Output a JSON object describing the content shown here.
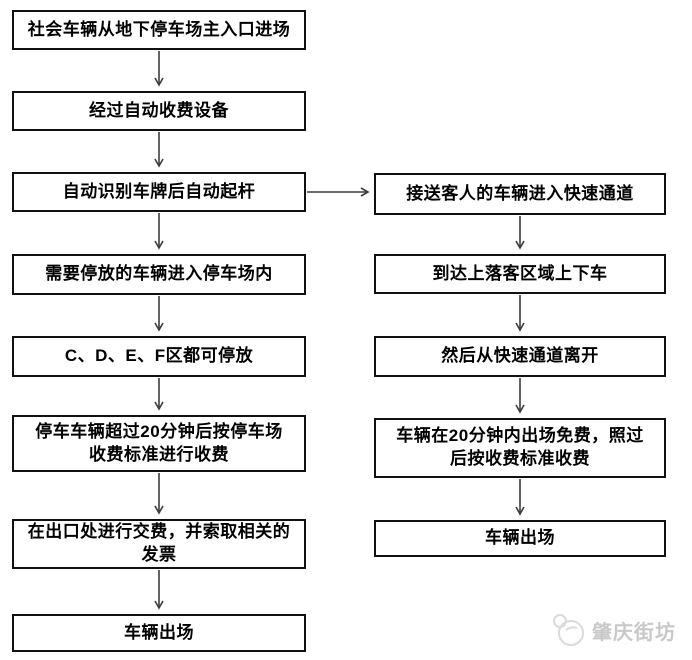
{
  "flow": {
    "left_steps": [
      "社会车辆从地下停车场主入口进场",
      "经过自动收费设备",
      "自动识别车牌后自动起杆",
      "需要停放的车辆进入停车场内",
      "C、D、E、F区都可停放",
      "停车车辆超过20分钟后按停车场\n收费标准进行收费",
      "在出口处进行交费，并索取相关的\n发票",
      "车辆出场"
    ],
    "right_steps": [
      "接送客人的车辆进入快速通道",
      "到达上落客区域上下车",
      "然后从快速通道离开",
      "车辆在20分钟内出场免费，照过\n后按收费标准收费",
      "车辆出场"
    ]
  },
  "watermark": {
    "text": "肇庆街坊"
  },
  "colors": {
    "background": "#ffffff",
    "box_border": "#111111",
    "box_text": "#000000",
    "arrow": "#3d3d3d",
    "watermark": "#c8c8c8"
  }
}
